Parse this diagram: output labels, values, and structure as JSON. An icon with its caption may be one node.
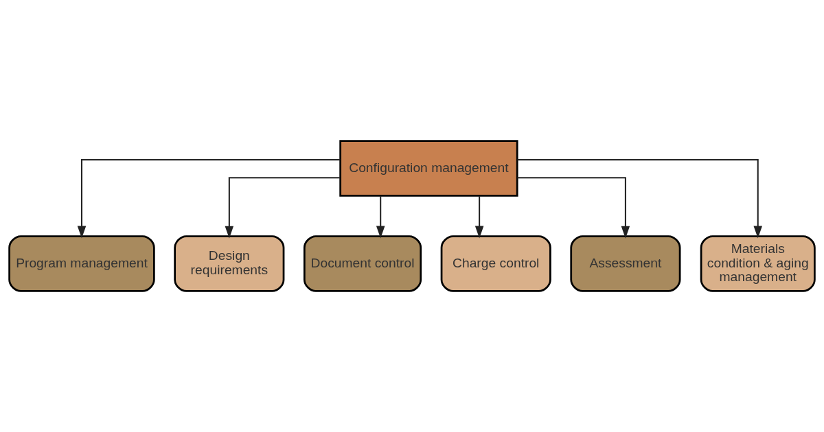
{
  "diagram": {
    "nodes": [
      {
        "text": [
          "Configuration management"
        ]
      },
      {
        "text": [
          "Program management"
        ]
      },
      {
        "text": [
          "Design requirements"
        ]
      },
      {
        "text": [
          "Document control"
        ]
      },
      {
        "text": [
          "Charge control"
        ]
      },
      {
        "text": [
          "Assessment"
        ]
      },
      {
        "text": [
          "Materials condition & aging management"
        ]
      }
    ],
    "edges": [
      {
        "from": 0,
        "to": 1,
        "arrow": "to"
      },
      {
        "from": 0,
        "to": 2,
        "arrow": "to"
      },
      {
        "from": 0,
        "to": 3,
        "arrow": "to"
      },
      {
        "from": 0,
        "to": 4,
        "arrow": "to"
      },
      {
        "from": 0,
        "to": 5,
        "arrow": "to"
      },
      {
        "from": 0,
        "to": 6,
        "arrow": "to"
      }
    ]
  }
}
